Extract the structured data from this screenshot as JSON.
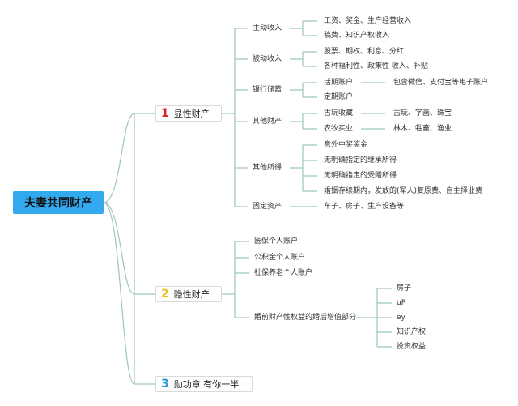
{
  "root": "夫妻共同财产",
  "categories": [
    {
      "num": "1",
      "label": "显性财产",
      "color": "#e02020"
    },
    {
      "num": "2",
      "label": "隐性财产",
      "color": "#f0c020"
    },
    {
      "num": "3",
      "label": "勋功章 有你一半",
      "color": "#2a9ad8"
    }
  ],
  "explicit": {
    "income_active": "主动收入",
    "income_active_items": [
      "工资、奖金、生产经营收入",
      "稿费、知识产权收入"
    ],
    "income_passive": "被动收入",
    "income_passive_items": [
      "股票、期权、利息、分红",
      "各种福利性、政策性 收入、补贴"
    ],
    "savings": "银行储蓄",
    "savings_items": [
      "活期账户",
      "定期账户"
    ],
    "savings_note": "包含微信、支付宝等电子账户",
    "other_assets": "其他财产",
    "other_assets_items": [
      "古玩收藏",
      "农牧实业"
    ],
    "other_assets_notes": [
      "古玩、字画、珠宝",
      "林木、牲畜、渔业"
    ],
    "other_gains": "其他所得",
    "other_gains_items": [
      "意外中奖奖金",
      "无明确指定的继承所得",
      "无明确指定的受赠所得",
      "婚姻存续期内，发放的(军人)复原费、自主择业费"
    ],
    "fixed_assets": "固定资产",
    "fixed_assets_items": [
      "车子、房子、生产设备等"
    ]
  },
  "hidden": {
    "items": [
      "医保个人账户",
      "公积金个人账户",
      "社保养老个人账户",
      "婚前财产性权益的婚后增值部分"
    ],
    "premarital_items": [
      "房子",
      "uP",
      "ey",
      "知识产权",
      "投资权益"
    ]
  }
}
